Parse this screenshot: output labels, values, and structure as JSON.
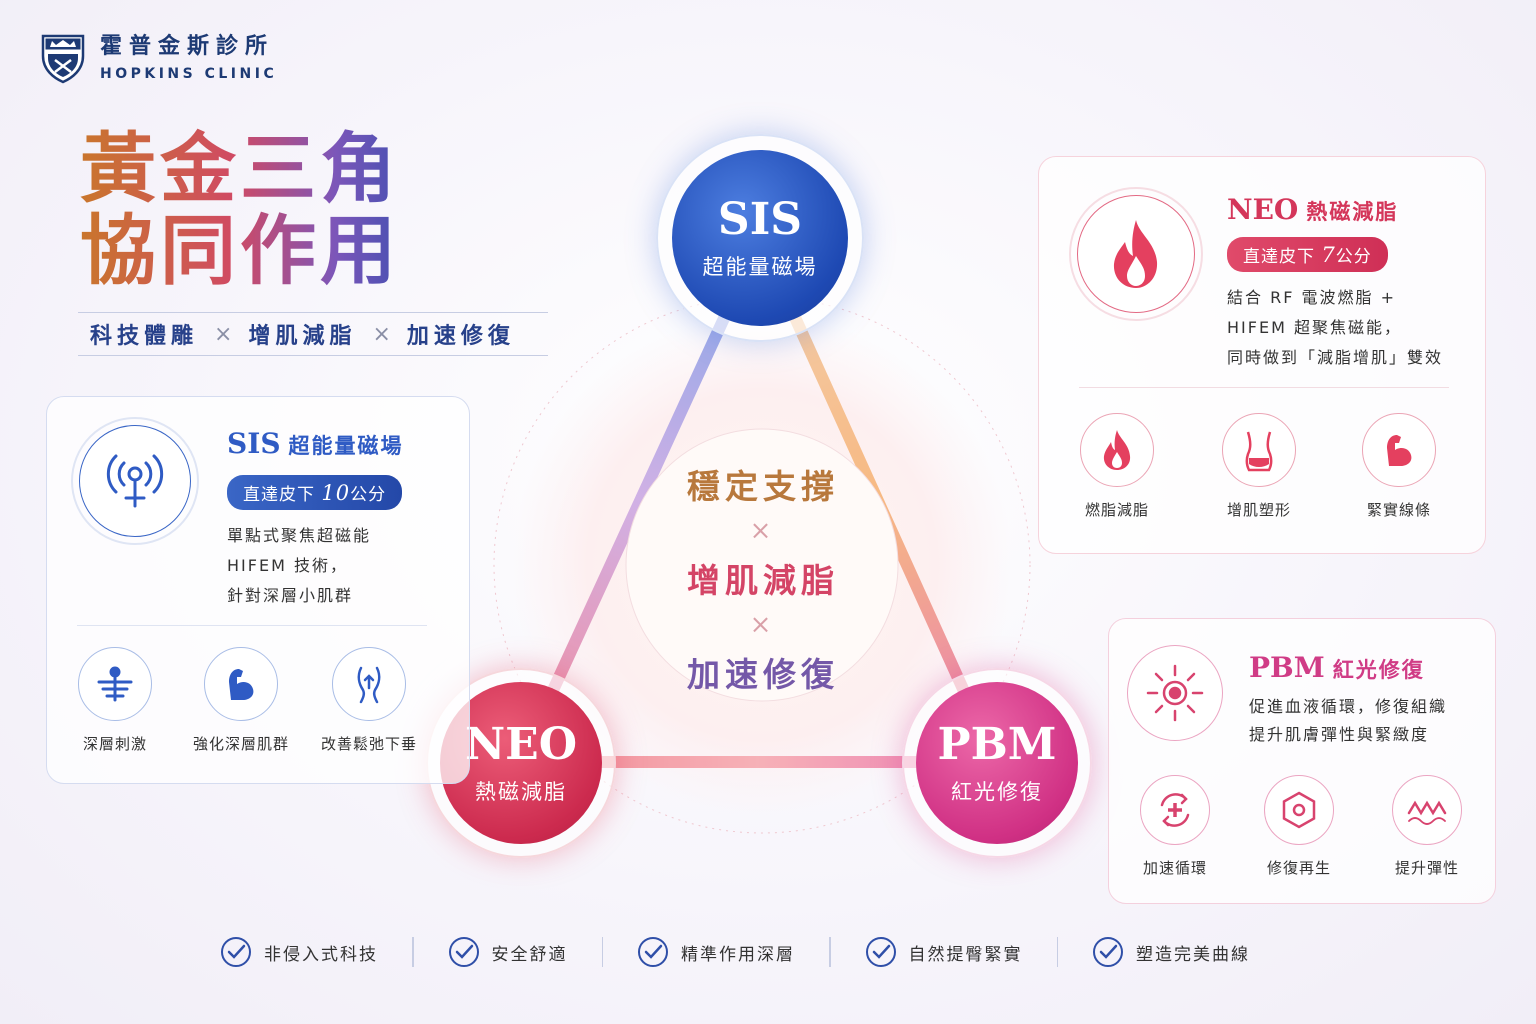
{
  "logo": {
    "name_zh": "霍普金斯診所",
    "name_en": "HOPKINS CLINIC",
    "icon": "shield-crown-icon"
  },
  "title": {
    "line1": "黃金三角",
    "line2": "協同作用"
  },
  "subtitle": {
    "items": [
      "科技體雕",
      "增肌減脂",
      "加速修復"
    ],
    "separator": "×"
  },
  "nodes": {
    "sis": {
      "name": "SIS",
      "label": "超能量磁場",
      "color": "#2f5bc4"
    },
    "neo": {
      "name": "NEO",
      "label": "熱磁減脂",
      "color": "#d4365a"
    },
    "pbm": {
      "name": "PBM",
      "label": "紅光修復",
      "color": "#d03c86"
    }
  },
  "center": {
    "line1": "穩定支撐",
    "line2": "增肌減脂",
    "line3": "加速修復",
    "separator": "×"
  },
  "sis_card": {
    "title": "SIS",
    "title_zh": "超能量磁場",
    "pill_prefix": "直達皮下",
    "pill_num": "10",
    "pill_unit": "公分",
    "desc": [
      "單點式聚焦超磁能",
      "HIFEM 技術，",
      "針對深層小肌群"
    ],
    "icon": "magnetic-signal-icon",
    "features": [
      {
        "label": "深層刺激",
        "icon": "deep-stimulation-icon"
      },
      {
        "label": "強化深層肌群",
        "icon": "muscle-arm-icon"
      },
      {
        "label": "改善鬆弛下垂",
        "icon": "body-lift-icon"
      }
    ]
  },
  "neo_card": {
    "title": "NEO",
    "title_zh": "熱磁減脂",
    "pill_prefix": "直達皮下",
    "pill_num": "7",
    "pill_unit": "公分",
    "desc": [
      "結合 RF 電波燃脂 +",
      "HIFEM 超聚焦磁能，",
      "同時做到「減脂增肌」雙效"
    ],
    "icon": "flame-icon",
    "features": [
      {
        "label": "燃脂減脂",
        "icon": "flame-small-icon"
      },
      {
        "label": "增肌塑形",
        "icon": "waist-icon"
      },
      {
        "label": "緊實線條",
        "icon": "muscle-arm-icon"
      }
    ]
  },
  "pbm_card": {
    "title": "PBM",
    "title_zh": "紅光修復",
    "desc": [
      "促進血液循環，修復組織",
      "提升肌膚彈性與緊緻度"
    ],
    "icon": "sun-light-icon",
    "features": [
      {
        "label": "加速循環",
        "icon": "circulation-icon"
      },
      {
        "label": "修復再生",
        "icon": "hexagon-repair-icon"
      },
      {
        "label": "提升彈性",
        "icon": "elastic-wave-icon"
      }
    ]
  },
  "bottom": [
    "非侵入式科技",
    "安全舒適",
    "精準作用深層",
    "自然提臀緊實",
    "塑造完美曲線"
  ],
  "colors": {
    "navy": "#1d3a74",
    "blue": "#2f5bc4",
    "red": "#d4365a",
    "magenta": "#d03c86",
    "orange": "#e7a25a"
  }
}
